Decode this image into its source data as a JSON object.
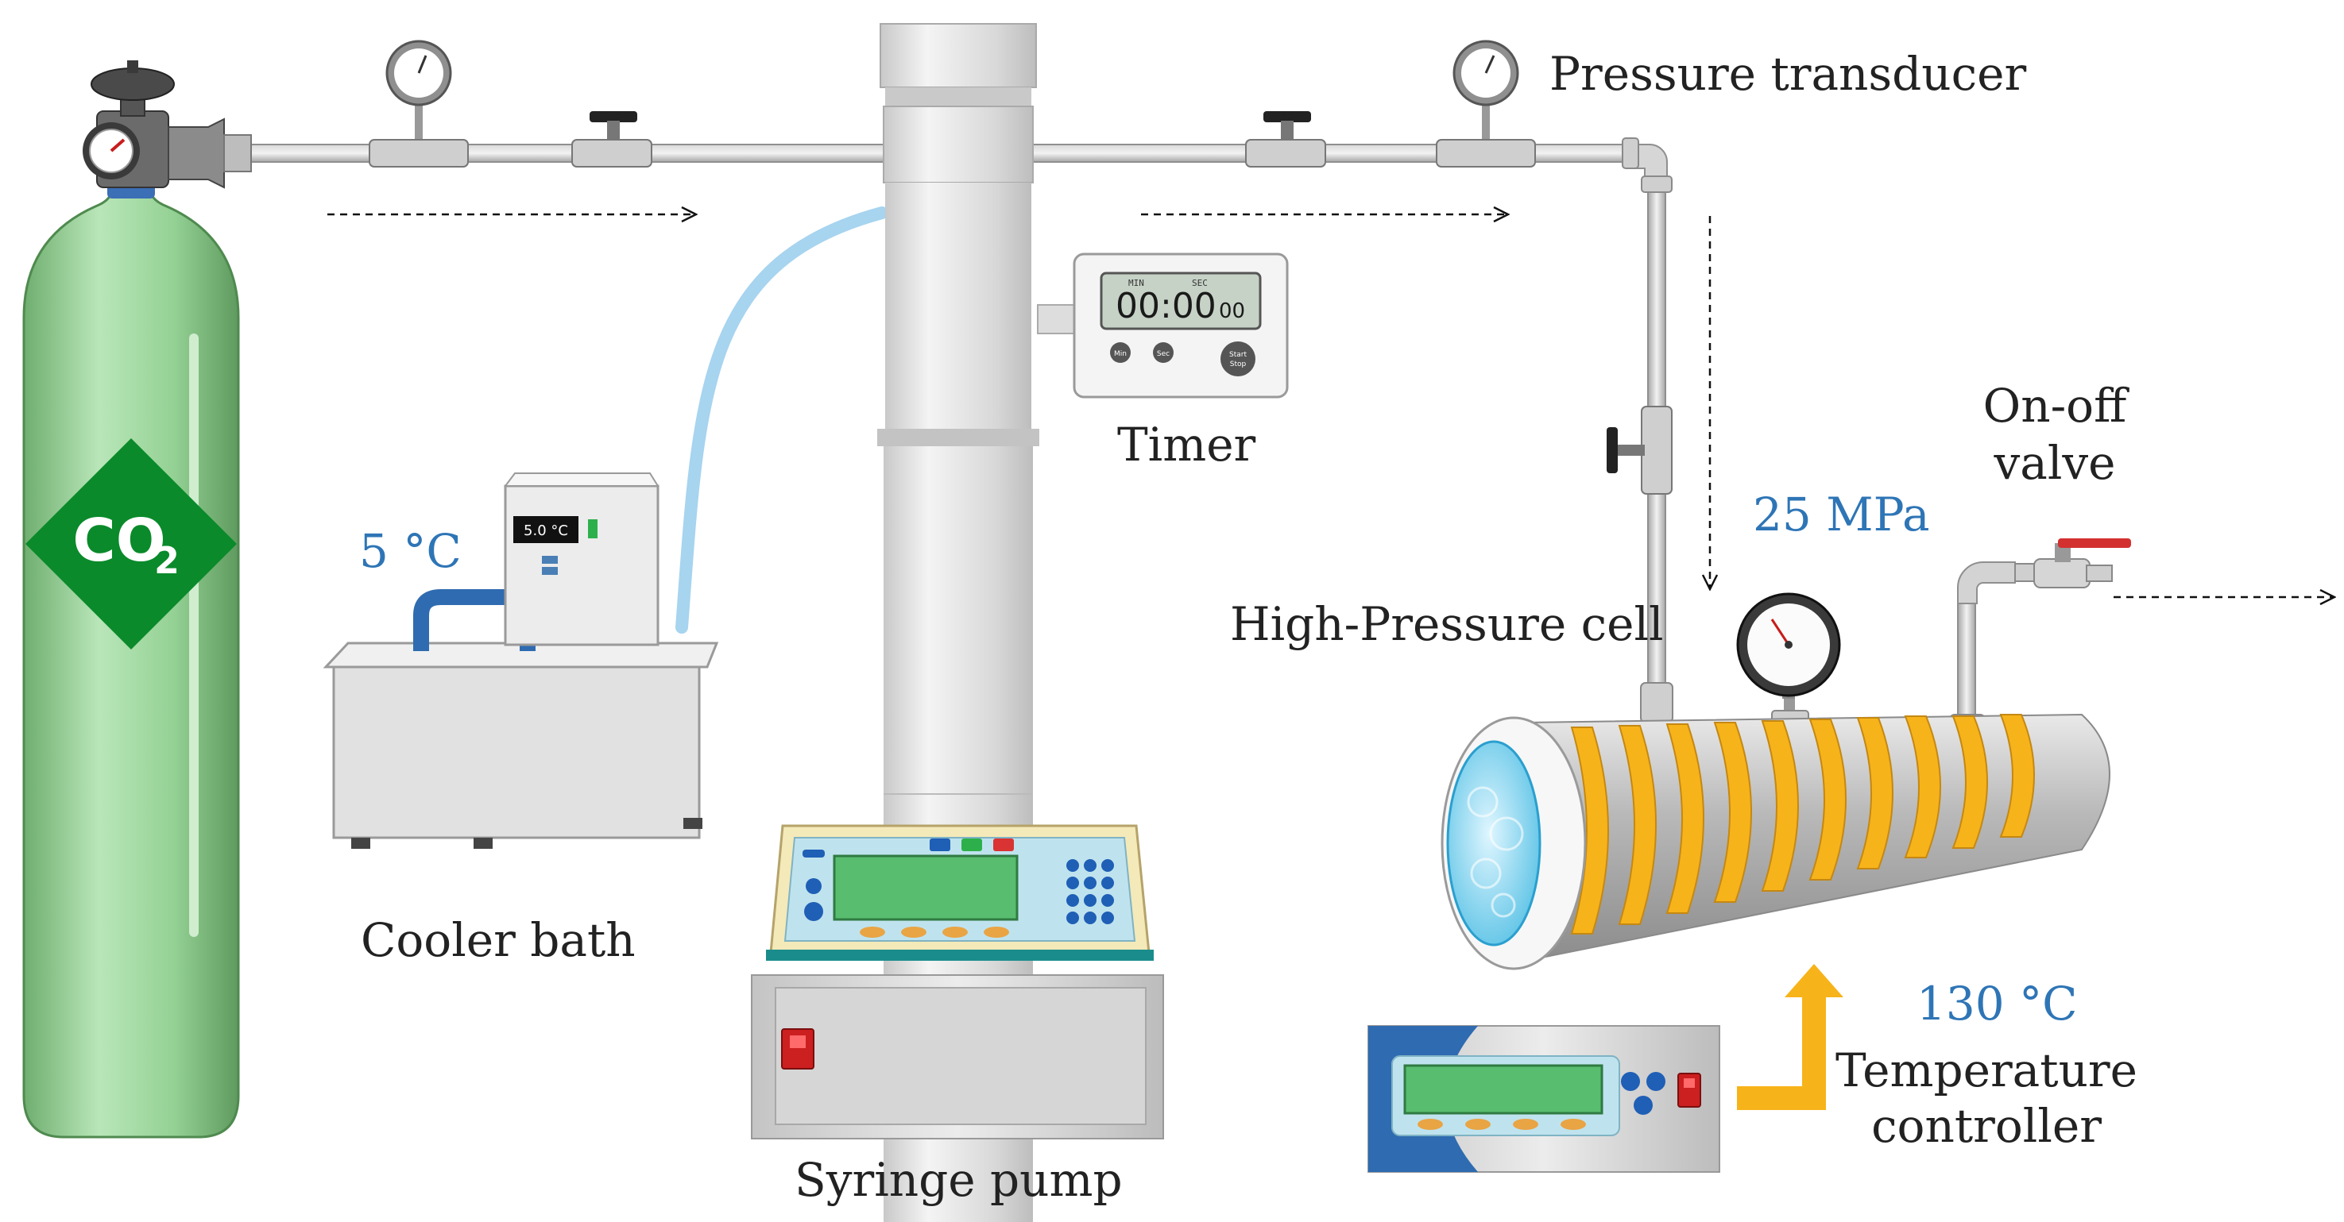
{
  "labels": {
    "pressure_transducer": "Pressure transducer",
    "timer": "Timer",
    "on_off_valve_line1": "On-off",
    "on_off_valve_line2": "valve",
    "high_pressure_cell": "High-Pressure cell",
    "cooler_bath": "Cooler bath",
    "syringe_pump": "Syringe pump",
    "temperature_controller_line1": "Temperature",
    "temperature_controller_line2": "controller"
  },
  "values": {
    "cooler_temperature": "5 °C",
    "pressure": "25 MPa",
    "cell_temperature": "130 °C",
    "cooler_display": "5.0 °C",
    "timer_display": "00:00",
    "timer_display_small": "00",
    "timer_min_label": "MIN",
    "timer_sec_label": "SEC",
    "timer_btn_min": "Min",
    "timer_btn_sec": "Sec",
    "timer_btn_start": "Start",
    "timer_btn_stop": "Stop"
  },
  "cylinder": {
    "formula": "CO",
    "subscript": "2"
  },
  "colors": {
    "accent_blue": "#2e75b6",
    "cylinder_green": "#8fcf8f",
    "diamond_green": "#0a8a2a",
    "heater_orange": "#f7b31a",
    "pipe_grey": "#bcbcbc",
    "label_dark": "#222222"
  }
}
